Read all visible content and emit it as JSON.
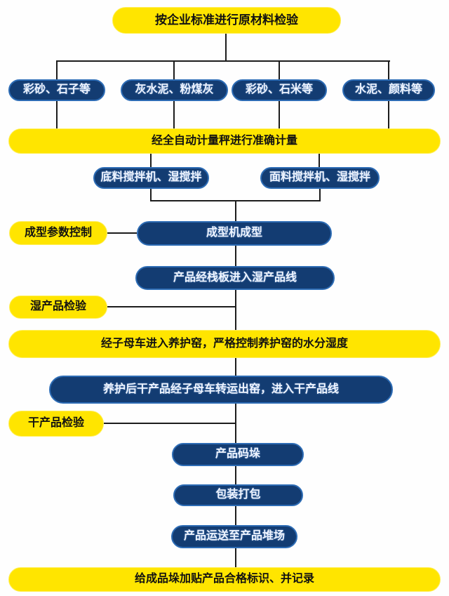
{
  "palette": {
    "node_yellow": "#ffe500",
    "node_navy": "#133c72",
    "navy_border": "#2d6cb5",
    "connector": "#1c1c1c",
    "background": "#fefefe",
    "text_on_yellow": "#111111",
    "text_on_navy": "#eef4ff"
  },
  "flowchart": {
    "top": "按企业标准进行原材料检验",
    "materials": [
      "彩砂、石子等",
      "灰水泥、粉煤灰",
      "彩砂、石米等",
      "水泥、颜料等"
    ],
    "weighing": "经全自动计量秤进行准确计量",
    "mixers": [
      "底料搅拌机、湿搅拌",
      "面料搅拌机、湿搅拌"
    ],
    "forming_control": "成型参数控制",
    "forming": "成型机成型",
    "pallet_line": "产品经栈板进入湿产品线",
    "wet_inspection": "湿产品检验",
    "curing": "经子母车进入养护窑，严格控制养护窑的水分湿度",
    "kiln_out": "养护后干产品经子母车转运出窑，进入干产品线",
    "dry_inspection": "干产品检验",
    "stacking": "产品码垛",
    "packing": "包装打包",
    "transport": "产品运送至产品堆场",
    "labeling": "给成品垛加贴产品合格标识、并记录"
  }
}
